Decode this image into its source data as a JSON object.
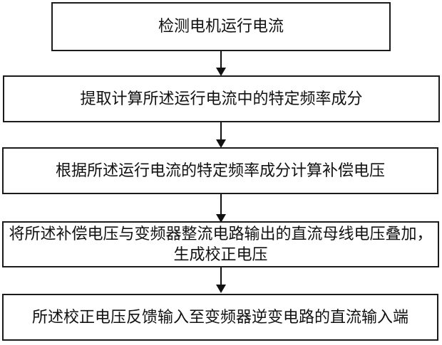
{
  "diagram": {
    "type": "flowchart",
    "background_color": "#ffffff",
    "box_border_color": "#1b1b1b",
    "text_color": "#111111",
    "arrow_color": "#111111",
    "flow_direction": "top-to-bottom",
    "steps": [
      {
        "index": 1,
        "lines": [
          "检测电机运行电流"
        ]
      },
      {
        "index": 2,
        "lines": [
          "提取计算所述运行电流中的特定频率成分"
        ]
      },
      {
        "index": 3,
        "lines": [
          "根据所述运行电流的特定频率成分计算补偿电压"
        ]
      },
      {
        "index": 4,
        "lines": [
          "将所述补偿电压与变频器整流电路输出的直流母线电压叠加，",
          "生成校正电压"
        ]
      },
      {
        "index": 5,
        "lines": [
          "所述校正电压反馈输入至变频器逆变电路的直流输入端"
        ]
      }
    ]
  }
}
